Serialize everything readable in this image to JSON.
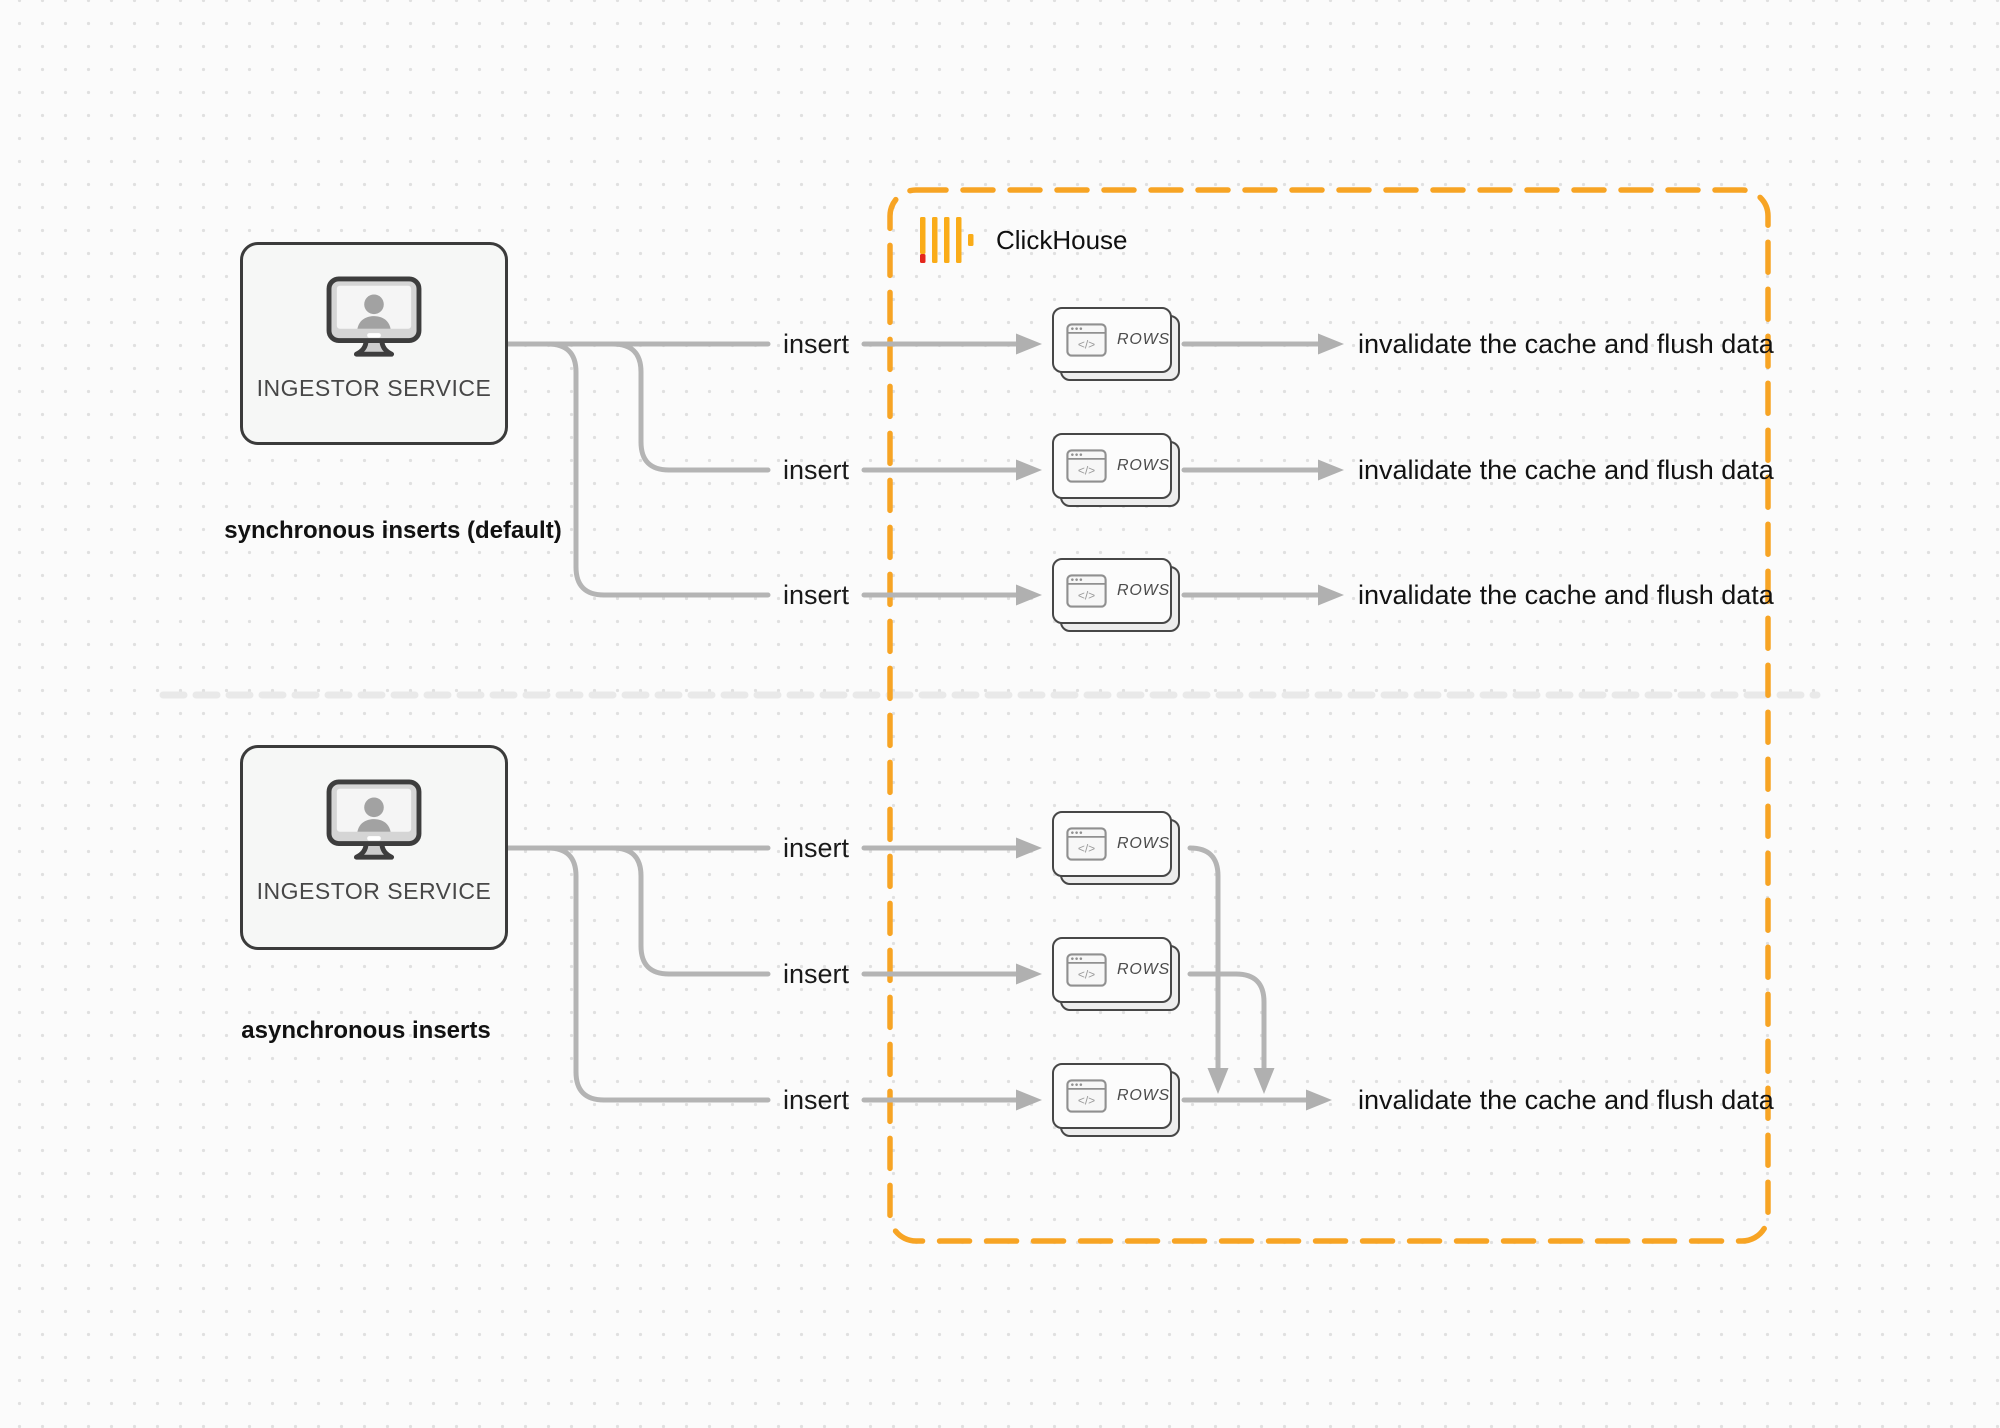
{
  "colors": {
    "accent_orange": "#F7A424",
    "logo_yellow": "#FAAC18",
    "logo_red": "#E4261C",
    "connector_gray": "#b4b4b4",
    "node_border": "#474747",
    "box_border": "#3b3b3b",
    "divider_gray": "#e9e9e9",
    "text_dark": "#131313"
  },
  "clickhouse": {
    "name": "ClickHouse"
  },
  "sync_section": {
    "service_label": "INGESTOR SERVICE",
    "caption": "synchronous inserts (default)",
    "rows": [
      {
        "insert": "insert",
        "node": "ROWS",
        "result": "invalidate the cache and flush data"
      },
      {
        "insert": "insert",
        "node": "ROWS",
        "result": "invalidate the cache and flush data"
      },
      {
        "insert": "insert",
        "node": "ROWS",
        "result": "invalidate the cache and flush data"
      }
    ]
  },
  "async_section": {
    "service_label": "INGESTOR SERVICE",
    "caption": "asynchronous inserts",
    "rows": [
      {
        "insert": "insert",
        "node": "ROWS"
      },
      {
        "insert": "insert",
        "node": "ROWS"
      },
      {
        "insert": "insert",
        "node": "ROWS"
      }
    ],
    "result": "invalidate the cache and flush data"
  }
}
